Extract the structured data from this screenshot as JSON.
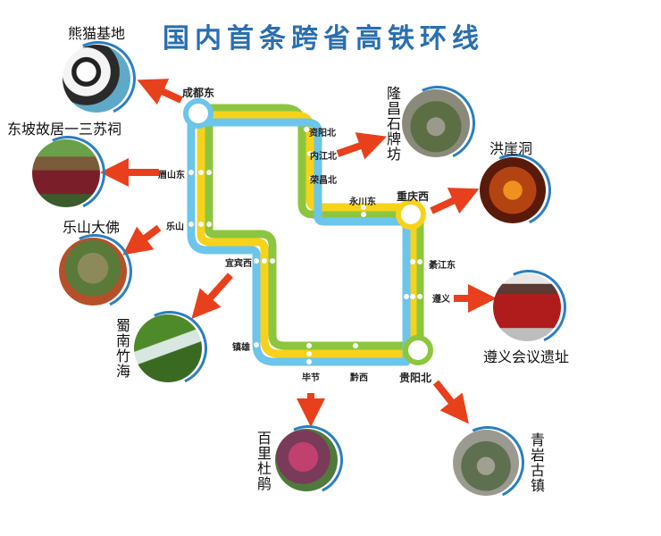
{
  "title": "国内首条跨省高铁环线",
  "colors": {
    "title": "#2a6fb0",
    "line_blue": "#6cc5ea",
    "line_yellow": "#f7d21a",
    "line_green": "#8cc63f",
    "arrow": "#e8401c",
    "photo_ring": "#2b7fc0"
  },
  "hubs": [
    {
      "name": "成都东",
      "ring": "blue"
    },
    {
      "name": "重庆西",
      "ring": "yellow"
    },
    {
      "name": "贵阳北",
      "ring": "green"
    }
  ],
  "stations": [
    {
      "name": "资阳北"
    },
    {
      "name": "内江北"
    },
    {
      "name": "荣昌北"
    },
    {
      "name": "永川东"
    },
    {
      "name": "綦江东"
    },
    {
      "name": "遵义"
    },
    {
      "name": "黔西"
    },
    {
      "name": "毕节"
    },
    {
      "name": "镇雄"
    },
    {
      "name": "宜宾西"
    },
    {
      "name": "乐山"
    },
    {
      "name": "眉山东"
    }
  ],
  "attractions": [
    {
      "name": "熊猫基地",
      "near": "成都东"
    },
    {
      "name": "东坡故居一三苏祠",
      "near": "眉山东"
    },
    {
      "name": "乐山大佛",
      "near": "乐山"
    },
    {
      "name": "蜀南竹海",
      "near": "宜宾西"
    },
    {
      "name": "隆昌石牌坊",
      "near": "内江北"
    },
    {
      "name": "洪崖洞",
      "near": "重庆西"
    },
    {
      "name": "遵义会议遗址",
      "near": "遵义"
    },
    {
      "name": "百里杜鹃",
      "near": "毕节"
    },
    {
      "name": "青岩古镇",
      "near": "贵阳北"
    }
  ]
}
